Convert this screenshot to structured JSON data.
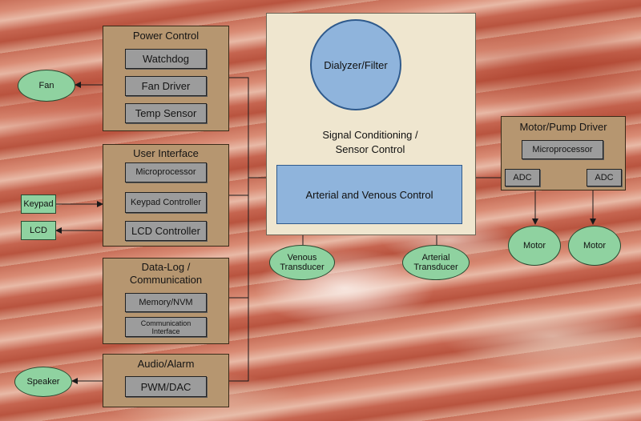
{
  "diagram": {
    "power_control": {
      "title": "Power Control",
      "items": [
        "Watchdog",
        "Fan Driver",
        "Temp Sensor"
      ]
    },
    "user_interface": {
      "title": "User Interface",
      "items": [
        "Microprocessor",
        "Keypad Controller",
        "LCD Controller"
      ]
    },
    "data_log": {
      "title_line1": "Data-Log /",
      "title_line2": "Communication",
      "items": [
        "Memory/NVM",
        "Communication Interface"
      ]
    },
    "audio_alarm": {
      "title": "Audio/Alarm",
      "items": [
        "PWM/DAC"
      ]
    },
    "center": {
      "dialyzer": "Dialyzer/Filter",
      "signal_line1": "Signal Conditioning /",
      "signal_line2": "Sensor Control",
      "arterial_venous": "Arterial and Venous Control"
    },
    "motor_pump": {
      "title": "Motor/Pump Driver",
      "microprocessor": "Microprocessor",
      "adc_left": "ADC",
      "adc_right": "ADC"
    },
    "peripherals": {
      "fan": "Fan",
      "keypad": "Keypad",
      "lcd": "LCD",
      "speaker": "Speaker",
      "venous_line1": "Venous",
      "venous_line2": "Transducer",
      "arterial_line1": "Arterial",
      "arterial_line2": "Transducer",
      "motor_left": "Motor",
      "motor_right": "Motor"
    },
    "colors": {
      "block_fill": "#b69670",
      "sub_block_fill": "#9c9c9c",
      "blue_fill": "#8fb4dc",
      "green_fill": "#8fd2a0",
      "panel_fill": "#efe6cf"
    }
  }
}
